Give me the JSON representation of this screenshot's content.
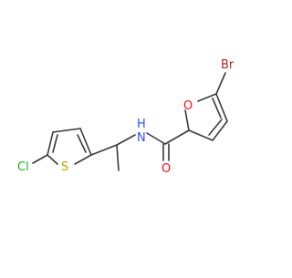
{
  "molecule": {
    "atoms": {
      "bromine": "Br",
      "furan_oxygen": "O",
      "amide_nitrogen": "N",
      "amide_hydrogen": "H",
      "carbonyl_oxygen": "O",
      "thiophene_sulfur": "S",
      "chlorine": "Cl"
    },
    "colors": {
      "bond": "#3a3a3a",
      "carbon_bond": "#3a3a3a",
      "oxygen": "#ff0d0d",
      "nitrogen": "#3050f8",
      "sulfur": "#c8a000",
      "chlorine": "#1fb01f",
      "bromine": "#a62929",
      "background": "#ffffff"
    }
  }
}
